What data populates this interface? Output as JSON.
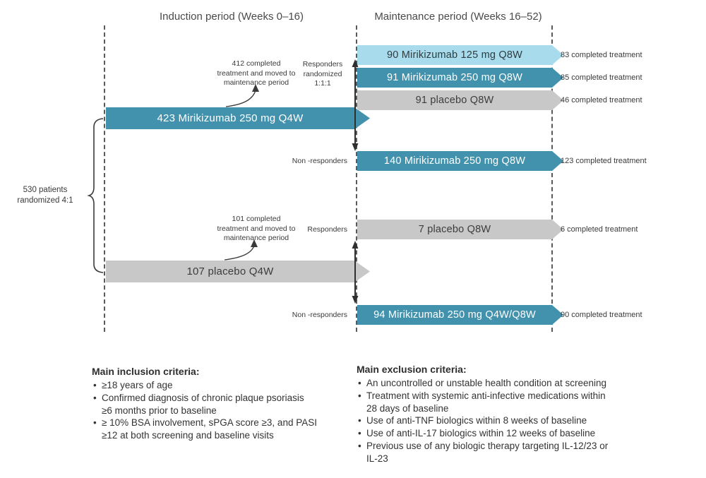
{
  "headers": {
    "induction": "Induction period (Weeks 0–16)",
    "maintenance": "Maintenance period (Weeks 16–52)"
  },
  "randomization": {
    "label": "530 patients\nrandomized 4:1"
  },
  "induction_arms": [
    {
      "label": "423 Mirikizumab 250 mg Q4W",
      "variant": "teal"
    },
    {
      "label": "107 placebo Q4W",
      "variant": "gray"
    }
  ],
  "notes": {
    "note_412": "412 completed\ntreatment and moved to\nmaintenance period",
    "responders_randomized": "Responders\nrandomized\n1:1:1",
    "non_responders_top": "Non -responders",
    "note_101": "101 completed\ntreatment and moved to\nmaintenance period",
    "responders": "Responders",
    "non_responders_bottom": "Non -responders"
  },
  "maintenance_arms": [
    {
      "label": "90 Mirikizumab 125 mg Q8W",
      "completed": "83 completed treatment",
      "variant": "light-blue"
    },
    {
      "label": "91 Mirikizumab 250 mg Q8W",
      "completed": "85 completed treatment",
      "variant": "teal"
    },
    {
      "label": "91 placebo Q8W",
      "completed": "46 completed treatment",
      "variant": "gray"
    },
    {
      "label": "140 Mirikizumab 250 mg Q8W",
      "completed": "123 completed treatment",
      "variant": "teal"
    },
    {
      "label": "7 placebo Q8W",
      "completed": "6 completed treatment",
      "variant": "gray"
    },
    {
      "label": "94 Mirikizumab 250 mg Q4W/Q8W",
      "completed": "90 completed treatment",
      "variant": "teal"
    }
  ],
  "inclusion": {
    "title": "Main inclusion criteria:",
    "items": [
      "≥18 years of age",
      "Confirmed diagnosis of chronic plaque psoriasis\n≥6 months prior to baseline",
      "≥ 10% BSA involvement, sPGA score ≥3, and PASI\n≥12 at both screening and baseline visits"
    ]
  },
  "exclusion": {
    "title": "Main exclusion criteria:",
    "items": [
      "An uncontrolled or unstable health condition at screening",
      "Treatment with systemic anti-infective medications within\n28 days of baseline",
      "Use of anti-TNF biologics within 8 weeks of baseline",
      "Use of anti-IL-17 biologics within 12 weeks of baseline",
      "Previous use of any biologic therapy targeting IL-12/23 or\nIL-23"
    ]
  },
  "colors": {
    "teal": "#4292ad",
    "light_blue": "#a8dcec",
    "gray": "#c8c8c8"
  }
}
